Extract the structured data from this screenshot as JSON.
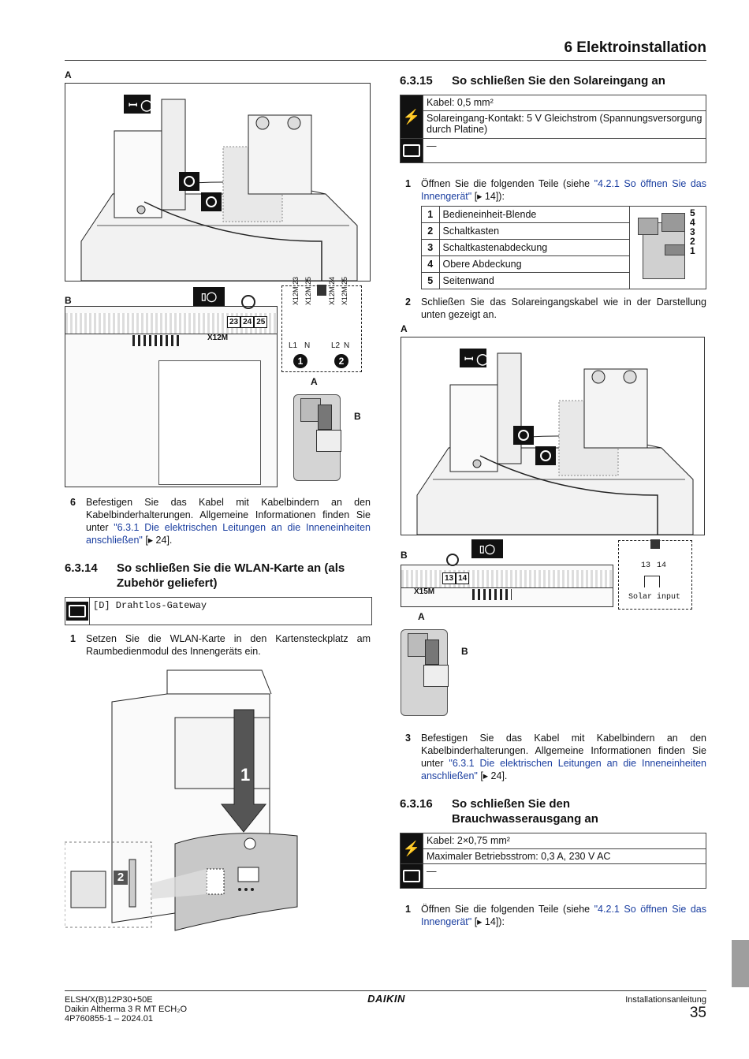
{
  "header": {
    "section_title": "6 Elektroinstallation"
  },
  "left": {
    "fig_a_label": "A",
    "fig_b_label": "B",
    "fig_b_connector": "X12M",
    "fig_b_terms": [
      "23",
      "24",
      "25"
    ],
    "wiring": {
      "t1": "X12M.23",
      "t2": "X12M.25",
      "t3": "X12M.24",
      "t4": "X12M.25",
      "l1": "L1",
      "n1": "N",
      "l2": "L2",
      "n2": "N",
      "c1": "1",
      "c2": "2"
    },
    "cable_a": "A",
    "cable_b": "B",
    "step6": {
      "num": "6",
      "text": "Befestigen Sie das Kabel mit Kabelbindern an den Kabelbinderhalterungen. Allgemeine Informationen finden Sie unter ",
      "link": "\"6.3.1 Die elektrischen Leitungen an die Inneneinheiten anschließen\"",
      "ref": " [▸ 24]."
    },
    "sec_6314": {
      "num": "6.3.14",
      "title": "So schließen Sie die WLAN-Karte an (als Zubehör geliefert)"
    },
    "wlan_box": "[D] Drahtlos-Gateway",
    "step1": {
      "num": "1",
      "text": "Setzen Sie die WLAN-Karte in den Kartensteckplatz am Raumbedienmodul des Innengeräts ein."
    },
    "fig_wlan_n1": "1",
    "fig_wlan_n2": "2"
  },
  "right": {
    "sec_6315": {
      "num": "6.3.15",
      "title": "So schließen Sie den Solareingang an"
    },
    "info1": {
      "r1": "Kabel: 0,5 mm²",
      "r2": "Solareingang-Kontakt: 5 V Gleichstrom (Spannungsversorgung durch Platine)",
      "r3": "—"
    },
    "step1": {
      "num": "1",
      "text": "Öffnen Sie die folgenden Teile (siehe ",
      "link": "\"4.2.1 So öffnen Sie das Innengerät\"",
      "ref": " [▸ 14]):"
    },
    "parts": [
      {
        "n": "1",
        "label": "Bedieneinheit-Blende"
      },
      {
        "n": "2",
        "label": "Schaltkasten"
      },
      {
        "n": "3",
        "label": "Schaltkastenabdeckung"
      },
      {
        "n": "4",
        "label": "Obere Abdeckung"
      },
      {
        "n": "5",
        "label": "Seitenwand"
      }
    ],
    "parts_fig_nums": [
      "5",
      "4",
      "3",
      "2",
      "1"
    ],
    "step2": {
      "num": "2",
      "text": "Schließen Sie das Solareingangskabel wie in der Darstellung unten gezeigt an."
    },
    "fig_a_label": "A",
    "fig_b_label": "B",
    "fig_b_connector": "X15M",
    "fig_b_terms": [
      "13",
      "14"
    ],
    "solar": {
      "t1": "13",
      "t2": "14",
      "caption": "Solar input"
    },
    "cable_a": "A",
    "cable_b": "B",
    "step3": {
      "num": "3",
      "text": "Befestigen Sie das Kabel mit Kabelbindern an den Kabelbinderhalterungen. Allgemeine Informationen finden Sie unter ",
      "link": "\"6.3.1 Die elektrischen Leitungen an die Inneneinheiten anschließen\"",
      "ref": " [▸ 24]."
    },
    "sec_6316": {
      "num": "6.3.16",
      "title": "So schließen Sie den Brauchwasserausgang an"
    },
    "info2": {
      "r1": "Kabel: 2×0,75 mm²",
      "r2": "Maximaler Betriebsstrom: 0,3 A, 230 V AC",
      "r3": "—"
    },
    "step1b": {
      "num": "1",
      "text": "Öffnen Sie die folgenden Teile (siehe ",
      "link": "\"4.2.1 So öffnen Sie das Innengerät\"",
      "ref": " [▸ 14]):"
    }
  },
  "footer": {
    "l1": "ELSH/X(B)12P30+50E",
    "l2": "Daikin Altherma 3 R MT ECH₂O",
    "l3": "4P760855-1 – 2024.01",
    "brand": "DAIKIN",
    "doc": "Installationsanleitung",
    "page": "35"
  }
}
